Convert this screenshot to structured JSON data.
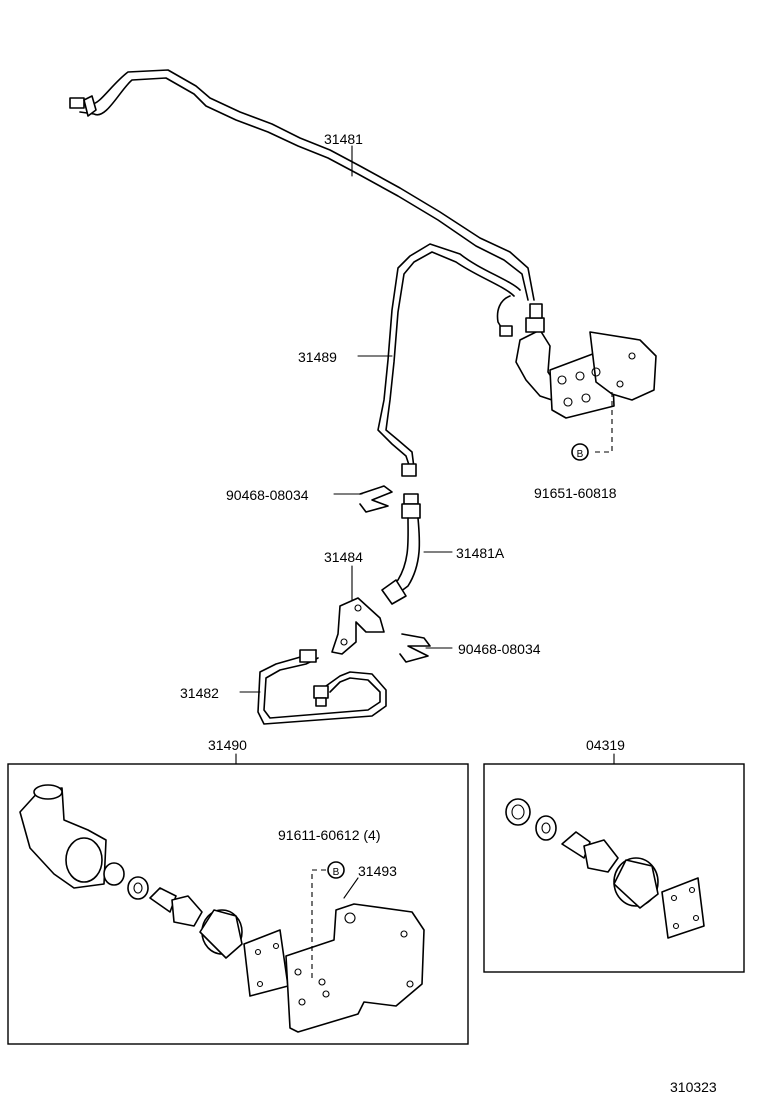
{
  "labels": {
    "p31481": "31481",
    "p31489": "31489",
    "p91651": "91651-60818",
    "p90468a": "90468-08034",
    "p31484": "31484",
    "p31481a": "31481A",
    "p90468b": "90468-08034",
    "p31482": "31482",
    "p31490": "31490",
    "p04319": "04319",
    "p91611": "91611-60612 (4)",
    "p31493": "31493",
    "marker_b1": "B",
    "marker_b2": "B",
    "diagram_id": "310323"
  }
}
